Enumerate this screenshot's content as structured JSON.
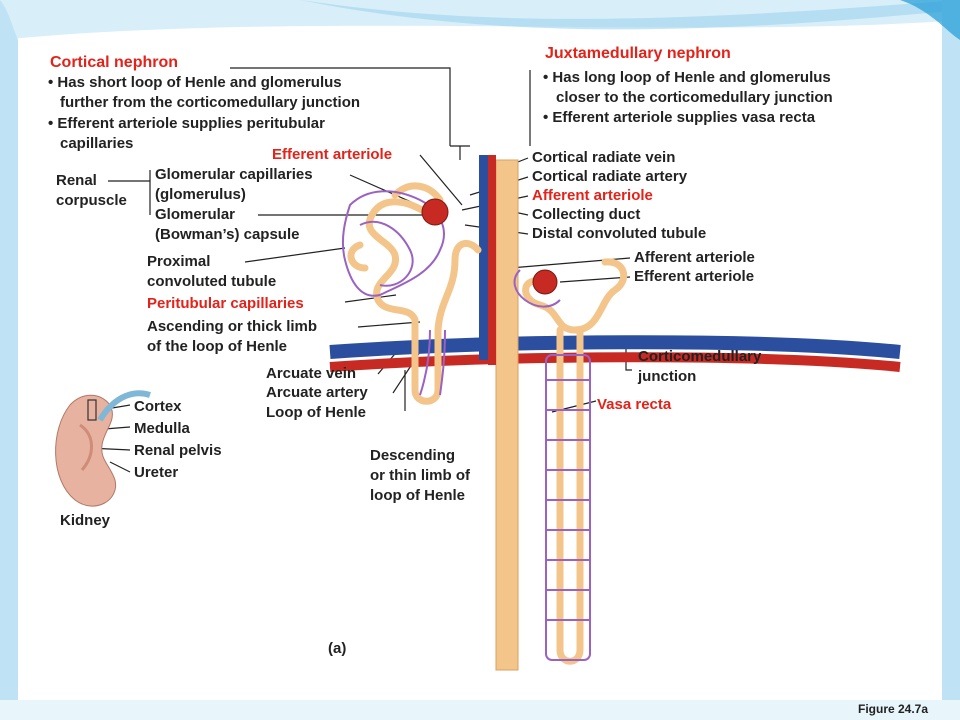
{
  "colors": {
    "red_label": "#e32219",
    "vein": "#2b4f9e",
    "artery": "#c62a22",
    "tubule": "#f4c58a",
    "capillary": "#9a62c2",
    "slide_accent": "#1f9bd7"
  },
  "cortical": {
    "title": "Cortical nephron",
    "bullet1_line1": "• Has short loop of Henle and glomerulus",
    "bullet1_line2": "further from the corticomedullary junction",
    "bullet2_line1": "• Efferent arteriole supplies peritubular",
    "bullet2_line2": "capillaries"
  },
  "juxta": {
    "title": "Juxtamedullary nephron",
    "bullet1_line1": "• Has long loop of Henle and glomerulus",
    "bullet1_line2": "closer to the corticomedullary junction",
    "bullet2": "• Efferent arteriole supplies vasa recta"
  },
  "labels": {
    "efferent_arteriole": "Efferent arteriole",
    "renal_corpuscle_1": "Renal",
    "renal_corpuscle_2": "corpuscle",
    "glom_cap_1": "Glomerular capillaries",
    "glom_cap_2": "(glomerulus)",
    "glom_caps_1": "Glomerular",
    "glom_caps_2": "(Bowman’s) capsule",
    "pct_1": "Proximal",
    "pct_2": "convoluted tubule",
    "peritubular": "Peritubular capillaries",
    "asc_1": "Ascending or thick limb",
    "asc_2": "of the loop of Henle",
    "arcuate_vein": "Arcuate vein",
    "arcuate_artery": "Arcuate artery",
    "loop_henle": "Loop of Henle",
    "desc_1": "Descending",
    "desc_2": "or thin limb of",
    "desc_3": "loop of Henle",
    "cortical_radiate_vein": "Cortical radiate vein",
    "cortical_radiate_artery": "Cortical radiate artery",
    "afferent_arteriole_red": "Afferent arteriole",
    "collecting_duct": "Collecting duct",
    "dct": "Distal convoluted tubule",
    "afferent_arteriole": "Afferent arteriole",
    "efferent_arteriole_2": "Efferent arteriole",
    "cmj_1": "Corticomedullary",
    "cmj_2": "junction",
    "vasa_recta": "Vasa recta",
    "cortex": "Cortex",
    "medulla": "Medulla",
    "renal_pelvis": "Renal pelvis",
    "ureter": "Ureter",
    "kidney": "Kidney",
    "panel": "(a)",
    "figure": "Figure 24.7a"
  }
}
